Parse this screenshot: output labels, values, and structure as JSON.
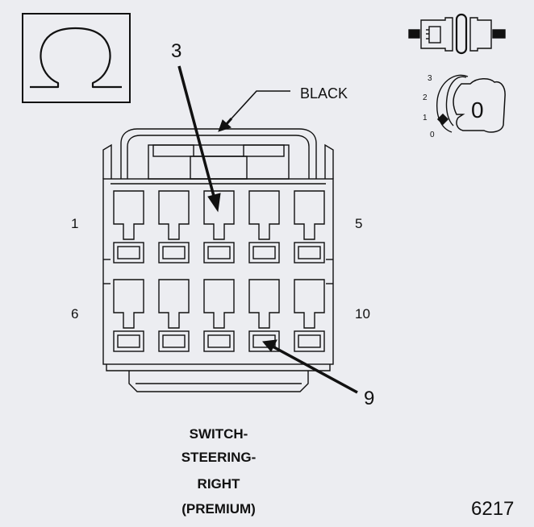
{
  "ohm_symbol": "Ω",
  "callouts": {
    "top": "3",
    "bottom": "9"
  },
  "wire_color": "BLACK",
  "pin_labels": {
    "row1_left": "1",
    "row1_right": "5",
    "row2_left": "6",
    "row2_right": "10"
  },
  "key_positions": [
    "3",
    "2",
    "1",
    "0"
  ],
  "key_current_position": "0",
  "caption": [
    "SWITCH-",
    "STEERING-",
    "RIGHT",
    "(PREMIUM)"
  ],
  "figure_number": "6217",
  "colors": {
    "background": "#ecedf1",
    "line": "#111111"
  }
}
